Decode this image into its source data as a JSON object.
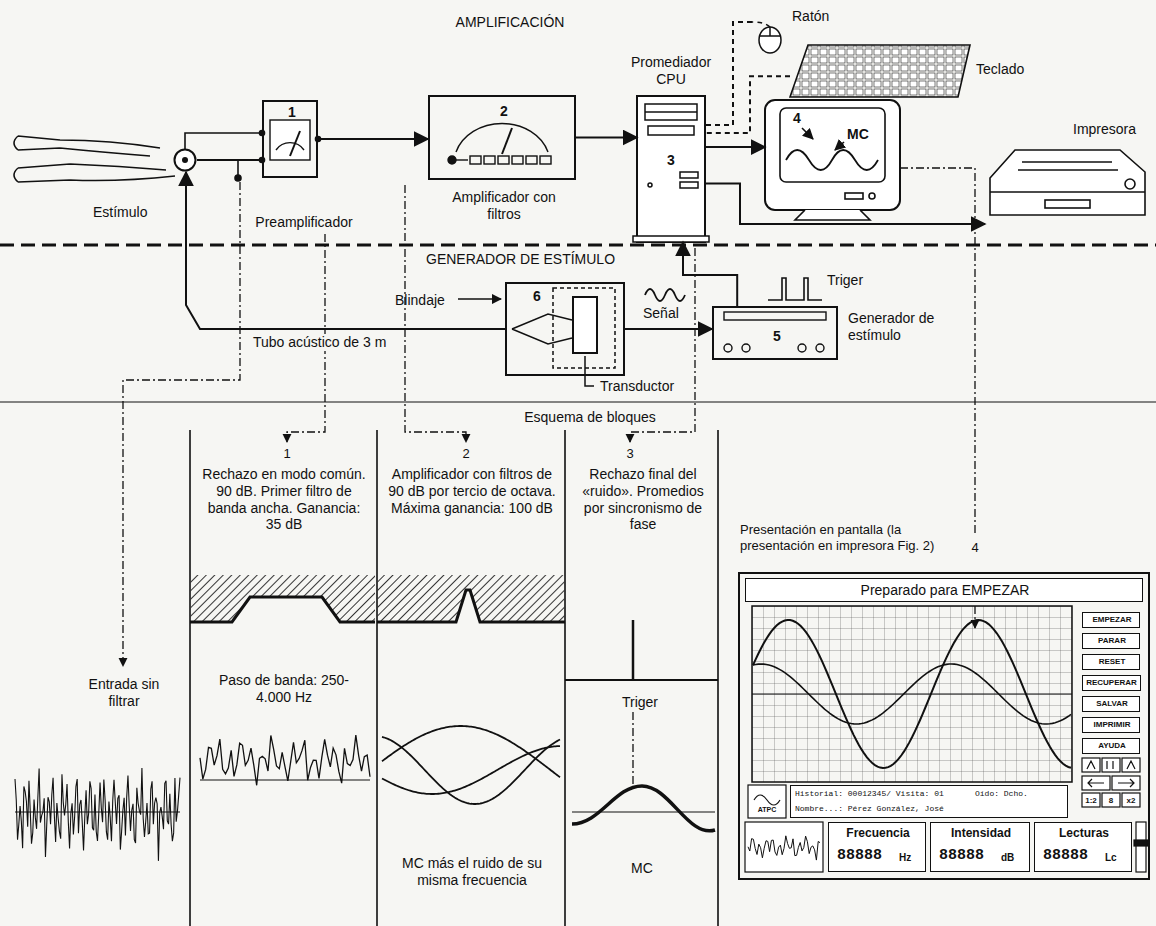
{
  "diagram": {
    "nodes": [
      {
        "text": [
          "Estímulo"
        ]
      },
      {
        "text": [
          "1",
          "Preamplificador"
        ]
      },
      {
        "text": [
          "2",
          "Amplificador con filtros"
        ]
      },
      {
        "text": [
          "Promediador CPU",
          "3"
        ]
      },
      {
        "text": [
          "4",
          "MC"
        ]
      },
      {
        "text": [
          "Impresora"
        ]
      },
      {
        "text": [
          "Ratón"
        ]
      },
      {
        "text": [
          "Teclado"
        ]
      },
      {
        "text": [
          "6",
          "Blindaje"
        ]
      },
      {
        "text": [
          "Transductor"
        ],
        "in": 8
      },
      {
        "text": [
          "5",
          "Generador de estímulo"
        ]
      },
      {
        "text": [
          "Presentación en pantalla (la presentación en impresora Fig. 2)"
        ]
      },
      {
        "text": [
          "Preparado para EMPEZAR"
        ],
        "in": 11
      },
      {
        "text": [
          "EMPEZAR"
        ],
        "in": 11
      },
      {
        "text": [
          "PARAR"
        ],
        "in": 11
      },
      {
        "text": [
          "RESET"
        ],
        "in": 11
      },
      {
        "text": [
          "RECUPERAR"
        ],
        "in": 11
      },
      {
        "text": [
          "SALVAR"
        ],
        "in": 11
      },
      {
        "text": [
          "IMPRIMIR"
        ],
        "in": 11
      },
      {
        "text": [
          "AYUDA"
        ],
        "in": 11
      },
      {
        "text": [
          "Historial: 00012345/ Visita: 01",
          "Oído: Dcho.",
          "Nombre...: Pérez González, José"
        ],
        "in": 11
      },
      {
        "text": [
          "Frecuencia",
          "88888",
          "Hz"
        ],
        "in": 11
      },
      {
        "text": [
          "Intensidad",
          "88888",
          "dB"
        ],
        "in": 11
      },
      {
        "text": [
          "Lecturas",
          "88888",
          "Lc"
        ],
        "in": 11
      }
    ],
    "edges": [
      {
        "from": 0,
        "to": 1,
        "arrow": "none"
      },
      {
        "from": 1,
        "to": 2,
        "arrow": "to"
      },
      {
        "from": 2,
        "to": 3,
        "arrow": "to"
      },
      {
        "from": 3,
        "to": 4,
        "arrow": "to"
      },
      {
        "from": 3,
        "to": 5,
        "arrow": "to"
      },
      {
        "from": 6,
        "to": 3,
        "arrow": "none"
      },
      {
        "from": 7,
        "to": 3,
        "arrow": "none"
      },
      {
        "from": 10,
        "to": 3,
        "arrow": "to"
      },
      {
        "from": 8,
        "to": 10,
        "label": "Señal",
        "arrow": "to"
      },
      {
        "from": 8,
        "to": 0,
        "label": "Tubo acústico de 3 m",
        "arrow": "to"
      }
    ],
    "labels": [
      "AMPLIFICACIÓN",
      "GENERADOR DE ESTÍMULO",
      "Triger",
      "Esquema de bloques",
      "1",
      "2",
      "3",
      "4",
      "Rechazo en modo común. 90 dB. Primer filtro de banda ancha. Ganancia: 35 dB",
      "Amplificador con filtros de 90 dB por tercio de octava. Máxima ganancia: 100 dB",
      "Rechazo final del «ruido». Promedios por sincronismo de fase",
      "Entrada sin filtrar",
      "Paso de banda: 250-4.000 Hz",
      "MC más el ruido de su misma frecuencia",
      "Triger",
      "MC",
      "ATPC",
      "1:2",
      "8",
      "x2"
    ]
  }
}
